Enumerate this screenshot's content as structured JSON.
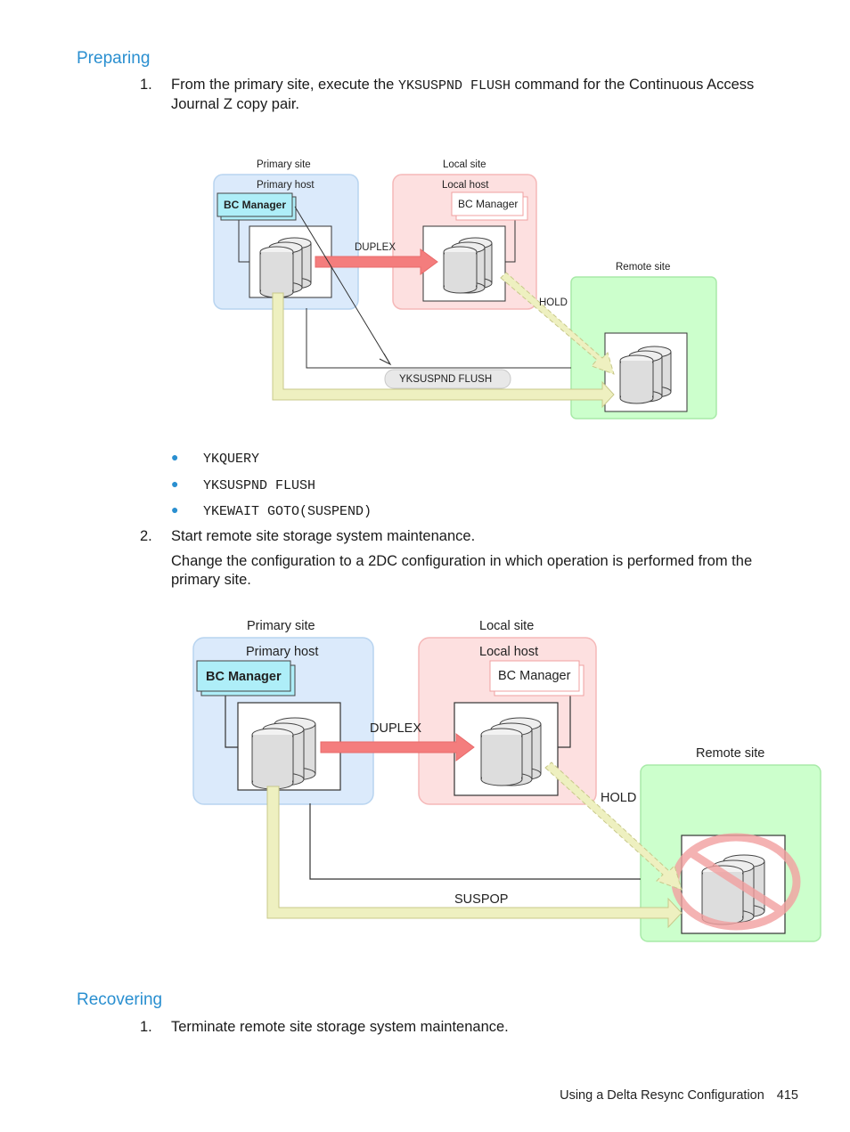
{
  "sections": {
    "preparing": "Preparing",
    "recovering": "Recovering"
  },
  "step1": {
    "num": "1.",
    "text_a": "From the primary site, execute the ",
    "cmd": "YKSUSPND FLUSH",
    "text_b": " command for the Continuous Access Journal Z copy pair."
  },
  "figure1": {
    "primary_site": "Primary site",
    "primary_host": "Primary host",
    "bc_manager_primary": "BC Manager",
    "local_site": "Local site",
    "local_host": "Local host",
    "bc_manager_local": "BC Manager",
    "remote_site": "Remote site",
    "duplex": "DUPLEX",
    "hold": "HOLD",
    "flush_label": "YKSUSPND FLUSH"
  },
  "bullets": [
    "YKQUERY",
    "YKSUSPND FLUSH",
    "YKEWAIT GOTO(SUSPEND)"
  ],
  "step2": {
    "num": "2.",
    "text": "Start remote site storage system maintenance.",
    "detail": "Change the configuration to a 2DC configuration in which operation is performed from the primary site."
  },
  "figure2": {
    "primary_site": "Primary site",
    "primary_host": "Primary host",
    "bc_manager_primary": "BC Manager",
    "local_site": "Local site",
    "local_host": "Local host",
    "bc_manager_local": "BC Manager",
    "remote_site": "Remote site",
    "duplex": "DUPLEX",
    "hold": "HOLD",
    "suspop": "SUSPOP"
  },
  "recover_step1": {
    "num": "1.",
    "text": "Terminate remote site storage system maintenance."
  },
  "footer": {
    "title": "Using a Delta Resync Configuration",
    "page": "415"
  },
  "colors": {
    "heading": "#2a8fd0",
    "primary_site_fill": "#dbeafb",
    "local_site_fill": "#fde0e0",
    "remote_site_fill": "#ccffcc",
    "duplex_arrow": "#f47d7d",
    "hold_arrow": "#eef0c0",
    "bc_manager_fill": "#aeeef8",
    "prohibit": "#f2a0a0"
  }
}
